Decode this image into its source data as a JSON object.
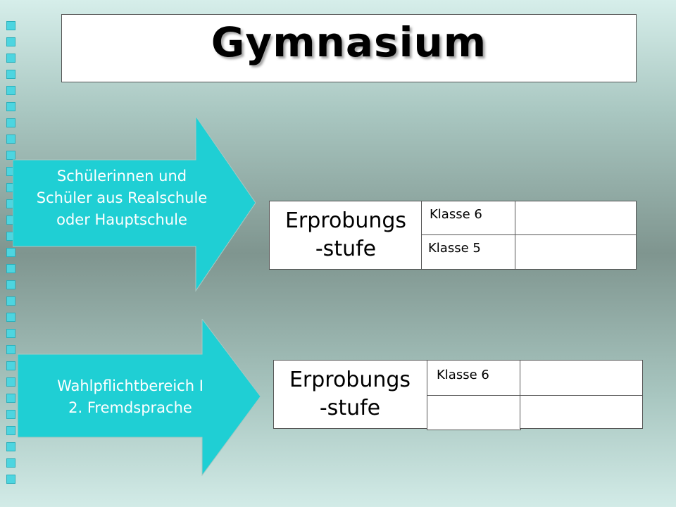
{
  "title": "Gymnasium",
  "colors": {
    "arrow_fill": "#1fcfd4",
    "strip_fill": "#4dd5e0",
    "box_fill": "#ffffff"
  },
  "rows": [
    {
      "arrow_lines": [
        "Schülerinnen und",
        "Schüler aus Realschule",
        "oder Hauptschule"
      ],
      "box_lines": [
        "Erprobungs",
        "-stufe"
      ],
      "grade_top": "Klasse 6",
      "grade_bottom": "Klasse 5"
    },
    {
      "arrow_lines": [
        "Wahlpflichtbereich I",
        "2. Fremdsprache"
      ],
      "box_lines": [
        "Erprobungs",
        "-stufe"
      ],
      "grade_top": "Klasse 6",
      "grade_bottom": ""
    }
  ]
}
